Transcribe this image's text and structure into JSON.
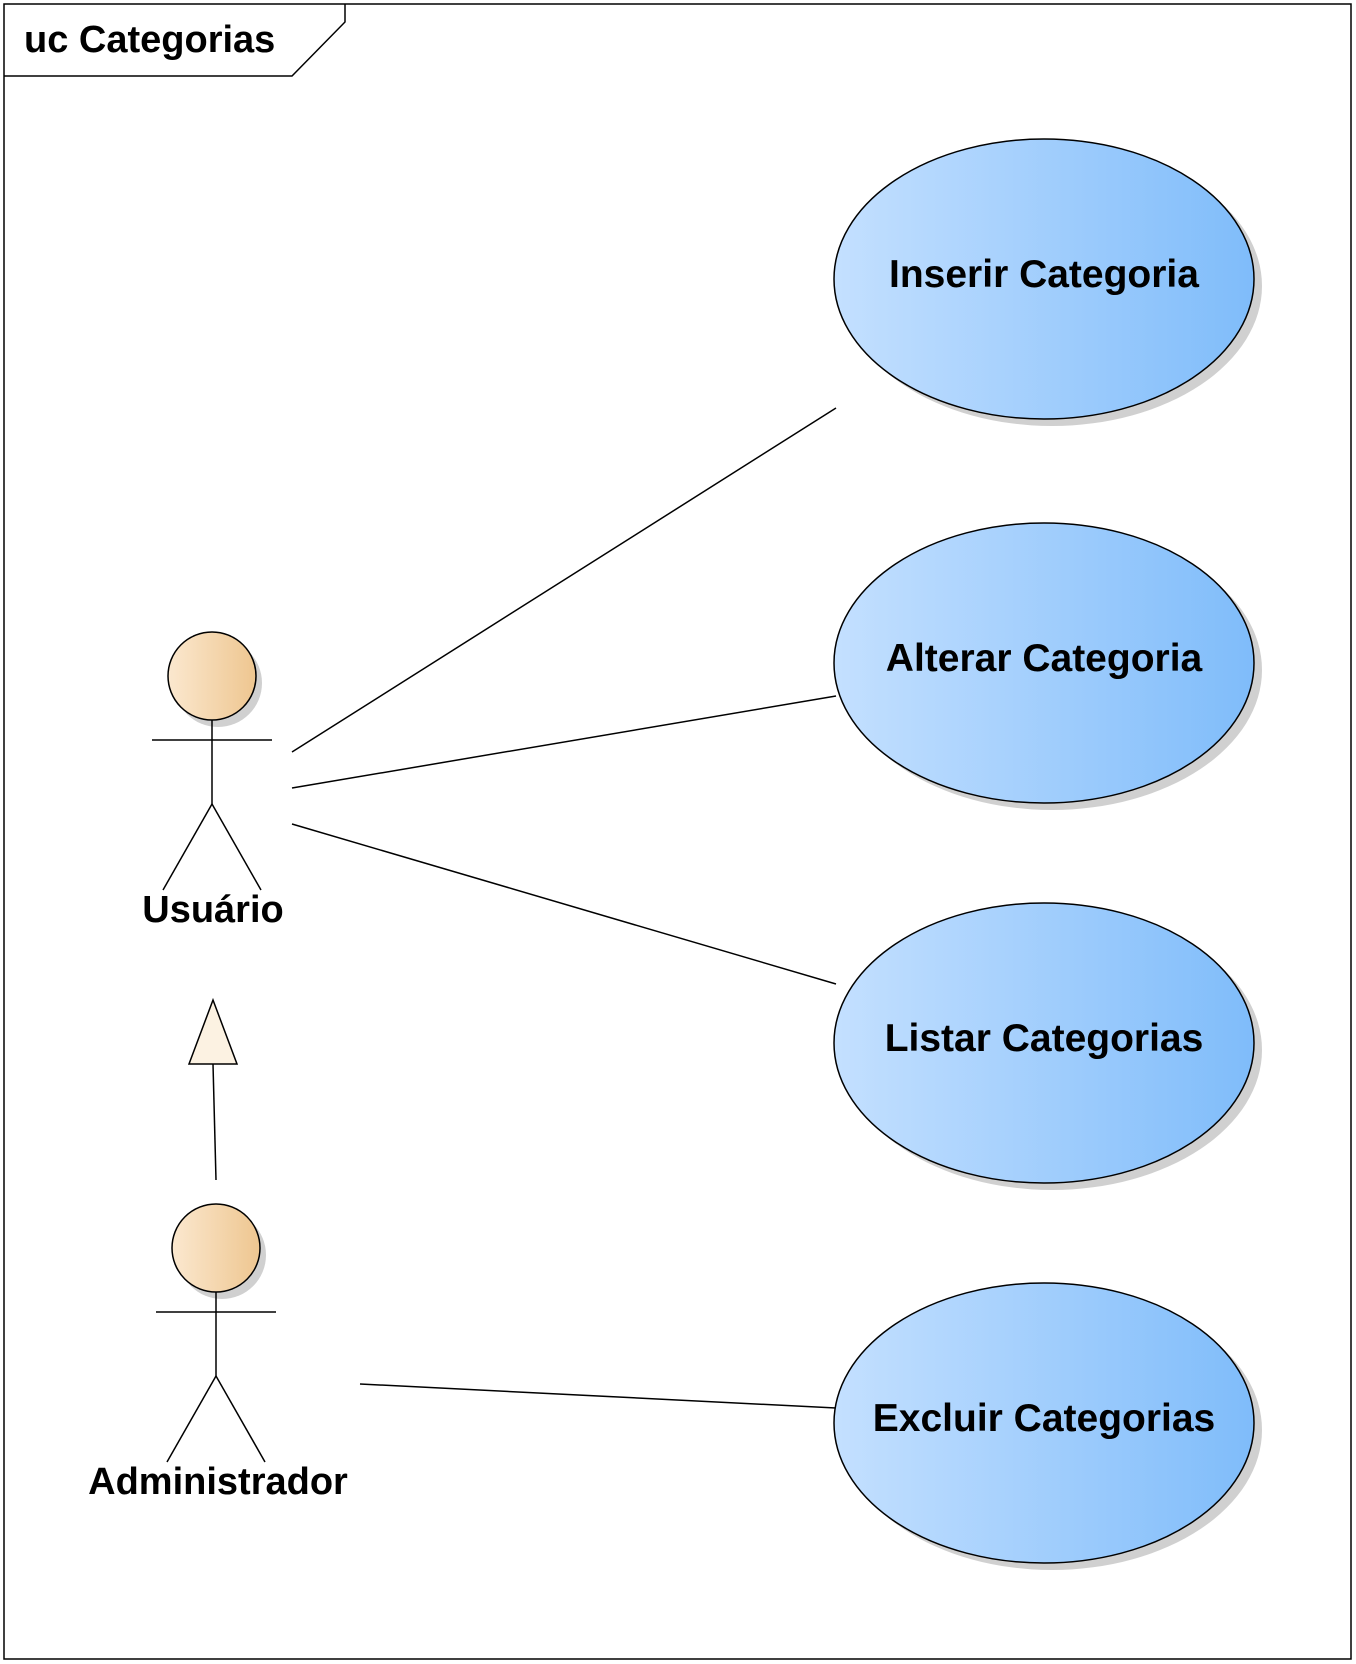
{
  "frame": {
    "title": "uc Categorias"
  },
  "actors": [
    {
      "id": "usuario",
      "name": "Usuário"
    },
    {
      "id": "administrador",
      "name": "Administrador"
    }
  ],
  "use_cases": [
    {
      "id": "inserir",
      "name": "Inserir Categoria"
    },
    {
      "id": "alterar",
      "name": "Alterar Categoria"
    },
    {
      "id": "listar",
      "name": "Listar Categorias"
    },
    {
      "id": "excluir",
      "name": "Excluir Categorias"
    }
  ],
  "associations": [
    {
      "from": "usuario",
      "to": "inserir"
    },
    {
      "from": "usuario",
      "to": "alterar"
    },
    {
      "from": "usuario",
      "to": "listar"
    },
    {
      "from": "administrador",
      "to": "excluir"
    }
  ],
  "generalizations": [
    {
      "child": "administrador",
      "parent": "usuario"
    }
  ],
  "colors": {
    "usecase_light": "#c4e0ff",
    "usecase_dark": "#7fbcfa",
    "actor_light": "#fbe8cf",
    "actor_dark": "#eec690",
    "generalization_arrow_fill": "#fcf2e2",
    "shadow": "#d0d0d0",
    "line": "#000000"
  }
}
